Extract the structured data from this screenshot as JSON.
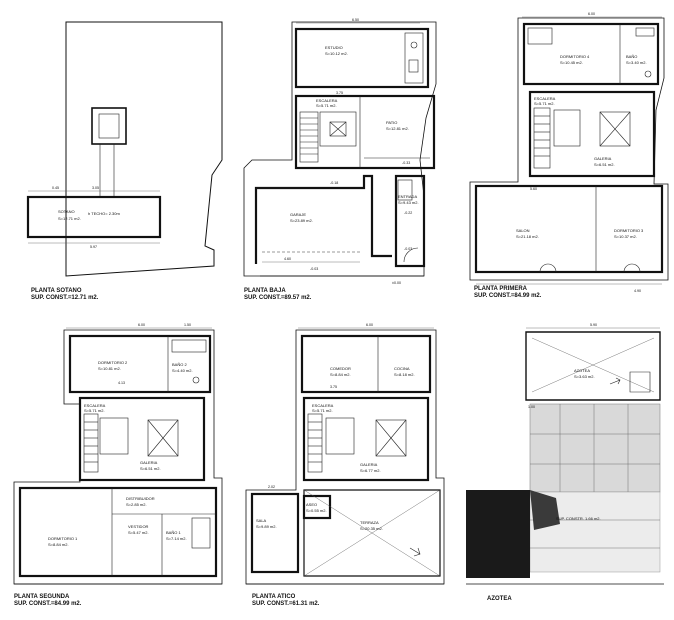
{
  "plans": [
    {
      "id": "sotano",
      "title": "PLANTA SOTANO",
      "area": "SUP. CONST.=12.71 m2.",
      "rooms": [
        {
          "name": "SOTANO",
          "area": "S=12.71 m2."
        }
      ],
      "notes": [
        "h TECHO= 2.30m"
      ],
      "dims": [
        "3.05",
        "0.45",
        "5.97"
      ]
    },
    {
      "id": "baja",
      "title": "PLANTA BAJA",
      "area": "SUP. CONST.=89.57 m2.",
      "rooms": [
        {
          "name": "ESTUDIO",
          "area": "S=10.12 m2."
        },
        {
          "name": "ESCALERA",
          "area": "S=5.71 m2."
        },
        {
          "name": "PATIO",
          "area": "S=12.81 m2."
        },
        {
          "name": "GARAJE",
          "area": "S=23.89 m2."
        },
        {
          "name": "ENTRADA",
          "area": "S=9.43 m2."
        }
      ],
      "levels": [
        "-0.33",
        "-0.18",
        "-0.22",
        "-0.03",
        "-0.03",
        "±0.00"
      ],
      "dims": [
        "6.50",
        "3.75",
        "4.60"
      ]
    },
    {
      "id": "primera",
      "title": "PLANTA PRIMERA",
      "area": "SUP. CONST.=84.99 m2.",
      "rooms": [
        {
          "name": "DORMITORIO 4",
          "area": "S=10.45 m2."
        },
        {
          "name": "BAÑO",
          "area": "S=3.40 m2."
        },
        {
          "name": "ESCALERA",
          "area": "S=5.71 m2."
        },
        {
          "name": "GALERIA",
          "area": "S=6.51 m2."
        },
        {
          "name": "SALON",
          "area": "S=21.18 m2."
        },
        {
          "name": "DORMITORIO 3",
          "area": "S=10.37 m2."
        }
      ],
      "dims": [
        "6.00",
        "5.60",
        "4.90"
      ]
    },
    {
      "id": "segunda",
      "title": "PLANTA SEGUNDA",
      "area": "SUP. CONST.=84.99 m2.",
      "rooms": [
        {
          "name": "DORMITORIO 2",
          "area": "S=10.81 m2."
        },
        {
          "name": "BAÑO 2",
          "area": "S=4.40 m2."
        },
        {
          "name": "ESCALERA",
          "area": "S=5.71 m2."
        },
        {
          "name": "GALERIA",
          "area": "S=6.51 m2."
        },
        {
          "name": "DISTRIBUIDOR",
          "area": "S=2.85 m2."
        },
        {
          "name": "DORMITORIO 1",
          "area": "S=8.84 m2."
        },
        {
          "name": "VESTIDOR",
          "area": "S=5.47 m2."
        },
        {
          "name": "BAÑO 1",
          "area": "S=7.14 m2."
        }
      ],
      "dims": [
        "6.00",
        "1.50",
        "4.13"
      ]
    },
    {
      "id": "atico",
      "title": "PLANTA ATICO",
      "area": "SUP. CONST.=61.31 m2.",
      "rooms": [
        {
          "name": "COMEDOR",
          "area": "S=8.84 m2."
        },
        {
          "name": "COCINA",
          "area": "S=8.18 m2."
        },
        {
          "name": "ESCALERA",
          "area": "S=5.71 m2."
        },
        {
          "name": "GALERIA",
          "area": "S=6.77 m2."
        },
        {
          "name": "ASEO",
          "area": "S=0.55 m2."
        },
        {
          "name": "SALA",
          "area": "S=9.89 m2."
        },
        {
          "name": "TERRAZA",
          "area": "S=20.35 m2."
        }
      ],
      "dims": [
        "6.00",
        "3.75",
        "2.02"
      ]
    },
    {
      "id": "azotea",
      "title": "AZOTEA",
      "rooms": [
        {
          "name": "AZOTEA",
          "area": "S=3.63 m2."
        }
      ],
      "notes": [
        "SUP. CONSTR. 1.66 m2."
      ],
      "dims": [
        "5.90",
        "1.00"
      ]
    }
  ]
}
